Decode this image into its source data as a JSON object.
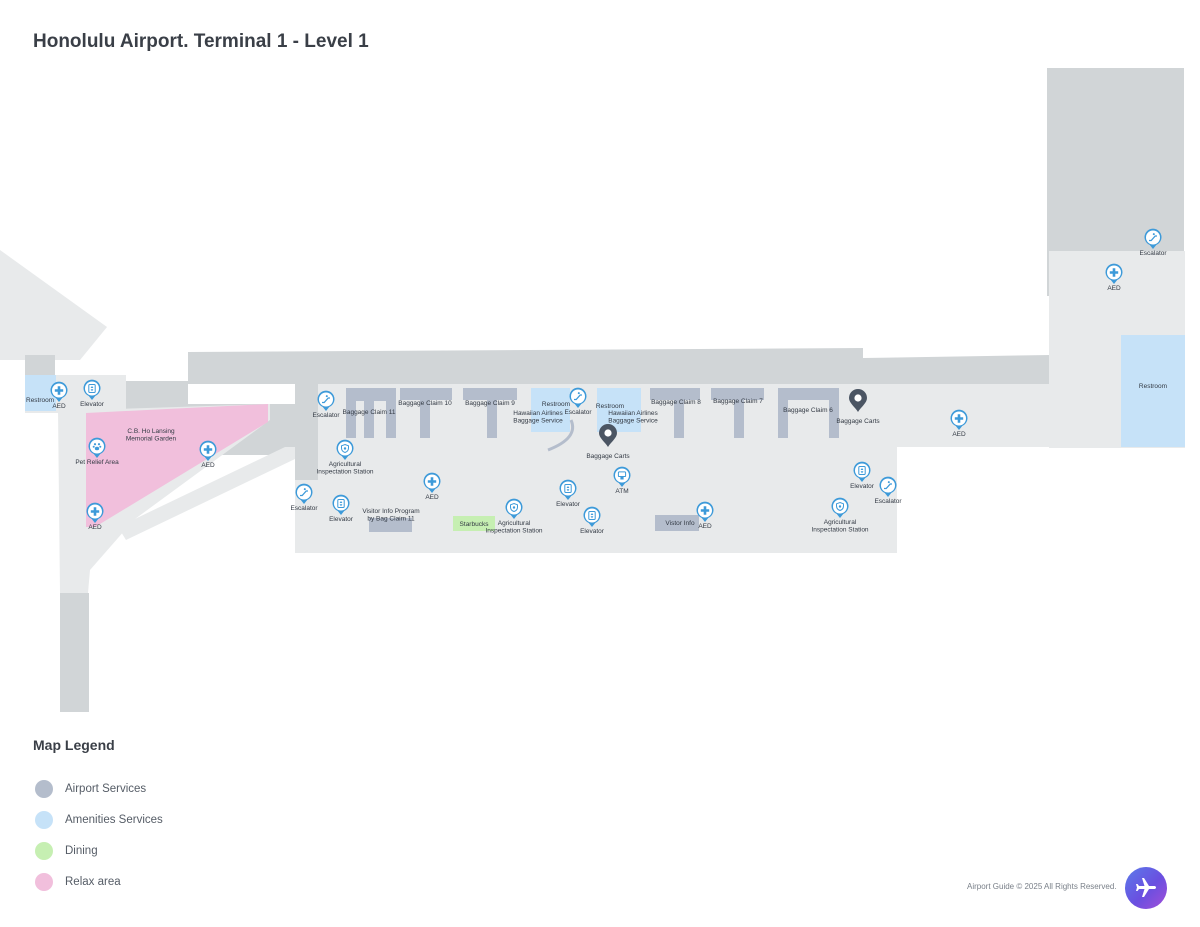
{
  "title": "Honolulu Airport. Terminal 1 - Level 1",
  "colors": {
    "floor": "#e8eaeb",
    "corridor": "#d1d5d7",
    "airport_services": "#b4bdcc",
    "amenities": "#c6e2f8",
    "dining": "#c6efb2",
    "relax": "#f1bfdc",
    "icon": "#3d9ad9",
    "pin": "#4b5563"
  },
  "areas": {
    "restroom_left": "Restroom",
    "restroom_right": "Restroom",
    "restroom_mid1": "Restroom",
    "restroom_mid2": "Restroom",
    "garden": "C.B. Ho Lansing\nMemorial Garden",
    "starbucks": "Starbucks",
    "visitor_info": "Vistor Info",
    "visitor_program": "Visitor Info Program\nby Bag Claim 11",
    "hawaiian_1": "Hawaiian Airlines\nBaggage Service",
    "hawaiian_2": "Hawaiian Airlines\nBaggage Service",
    "claim_11": "Baggage Claim 11",
    "claim_10": "Baggage Claim 10",
    "claim_9": "Baggage Claim 9",
    "claim_8": "Baggage Claim 8",
    "claim_7": "Baggage Claim 7",
    "claim_6": "Baggage Claim 6"
  },
  "pois": [
    {
      "name": "aed-icon",
      "type": "aed",
      "label": "AED"
    },
    {
      "name": "elevator-icon",
      "type": "elevator",
      "label": "Elevator"
    },
    {
      "name": "pet-icon",
      "type": "pet",
      "label": "Pet Relief Area"
    },
    {
      "name": "aed-icon",
      "type": "aed",
      "label": "AED"
    },
    {
      "name": "aed-icon",
      "type": "aed",
      "label": "AED"
    },
    {
      "name": "escalator-icon",
      "type": "escalator",
      "label": "Escalator"
    },
    {
      "name": "agri-icon",
      "type": "agri",
      "label": "Agricultural\nInspectation Station"
    },
    {
      "name": "escalator-icon",
      "type": "escalator",
      "label": "Escalator"
    },
    {
      "name": "elevator-icon",
      "type": "elevator",
      "label": "Elevator"
    },
    {
      "name": "aed-icon",
      "type": "aed",
      "label": "AED"
    },
    {
      "name": "agri-icon",
      "type": "agri",
      "label": "Agricultural\nInspectation Station"
    },
    {
      "name": "elevator-icon",
      "type": "elevator",
      "label": "Elevator"
    },
    {
      "name": "elevator-icon",
      "type": "elevator",
      "label": "Elevator"
    },
    {
      "name": "escalator-icon",
      "type": "escalator",
      "label": "Escalator"
    },
    {
      "name": "atm-icon",
      "type": "atm",
      "label": "ATM"
    },
    {
      "name": "aed-icon",
      "type": "aed",
      "label": "AED"
    },
    {
      "name": "elevator-icon",
      "type": "elevator",
      "label": "Elevator"
    },
    {
      "name": "escalator-icon",
      "type": "escalator",
      "label": "Escalator"
    },
    {
      "name": "agri-icon",
      "type": "agri",
      "label": "Agricultural\nInspectation Station"
    },
    {
      "name": "aed-icon",
      "type": "aed",
      "label": "AED"
    },
    {
      "name": "escalator-icon",
      "type": "escalator",
      "label": "Escalator"
    },
    {
      "name": "aed-icon",
      "type": "aed",
      "label": "AED"
    },
    {
      "name": "baggage-carts-pin-icon",
      "type": "pin",
      "label": "Baggage Carts"
    },
    {
      "name": "baggage-carts-pin-icon",
      "type": "pin",
      "label": "Baggage Carts"
    }
  ],
  "legend": {
    "title": "Map Legend",
    "items": [
      {
        "label": "Airport Services",
        "color": "#b4bdcc"
      },
      {
        "label": "Amenities Services",
        "color": "#c6e2f8"
      },
      {
        "label": "Dining",
        "color": "#c6efb2"
      },
      {
        "label": "Relax area",
        "color": "#f1bfdc"
      }
    ]
  },
  "footer": {
    "copyright": "Airport Guide © 2025 All Rights Reserved.",
    "logo_icon": "airplane-icon"
  }
}
